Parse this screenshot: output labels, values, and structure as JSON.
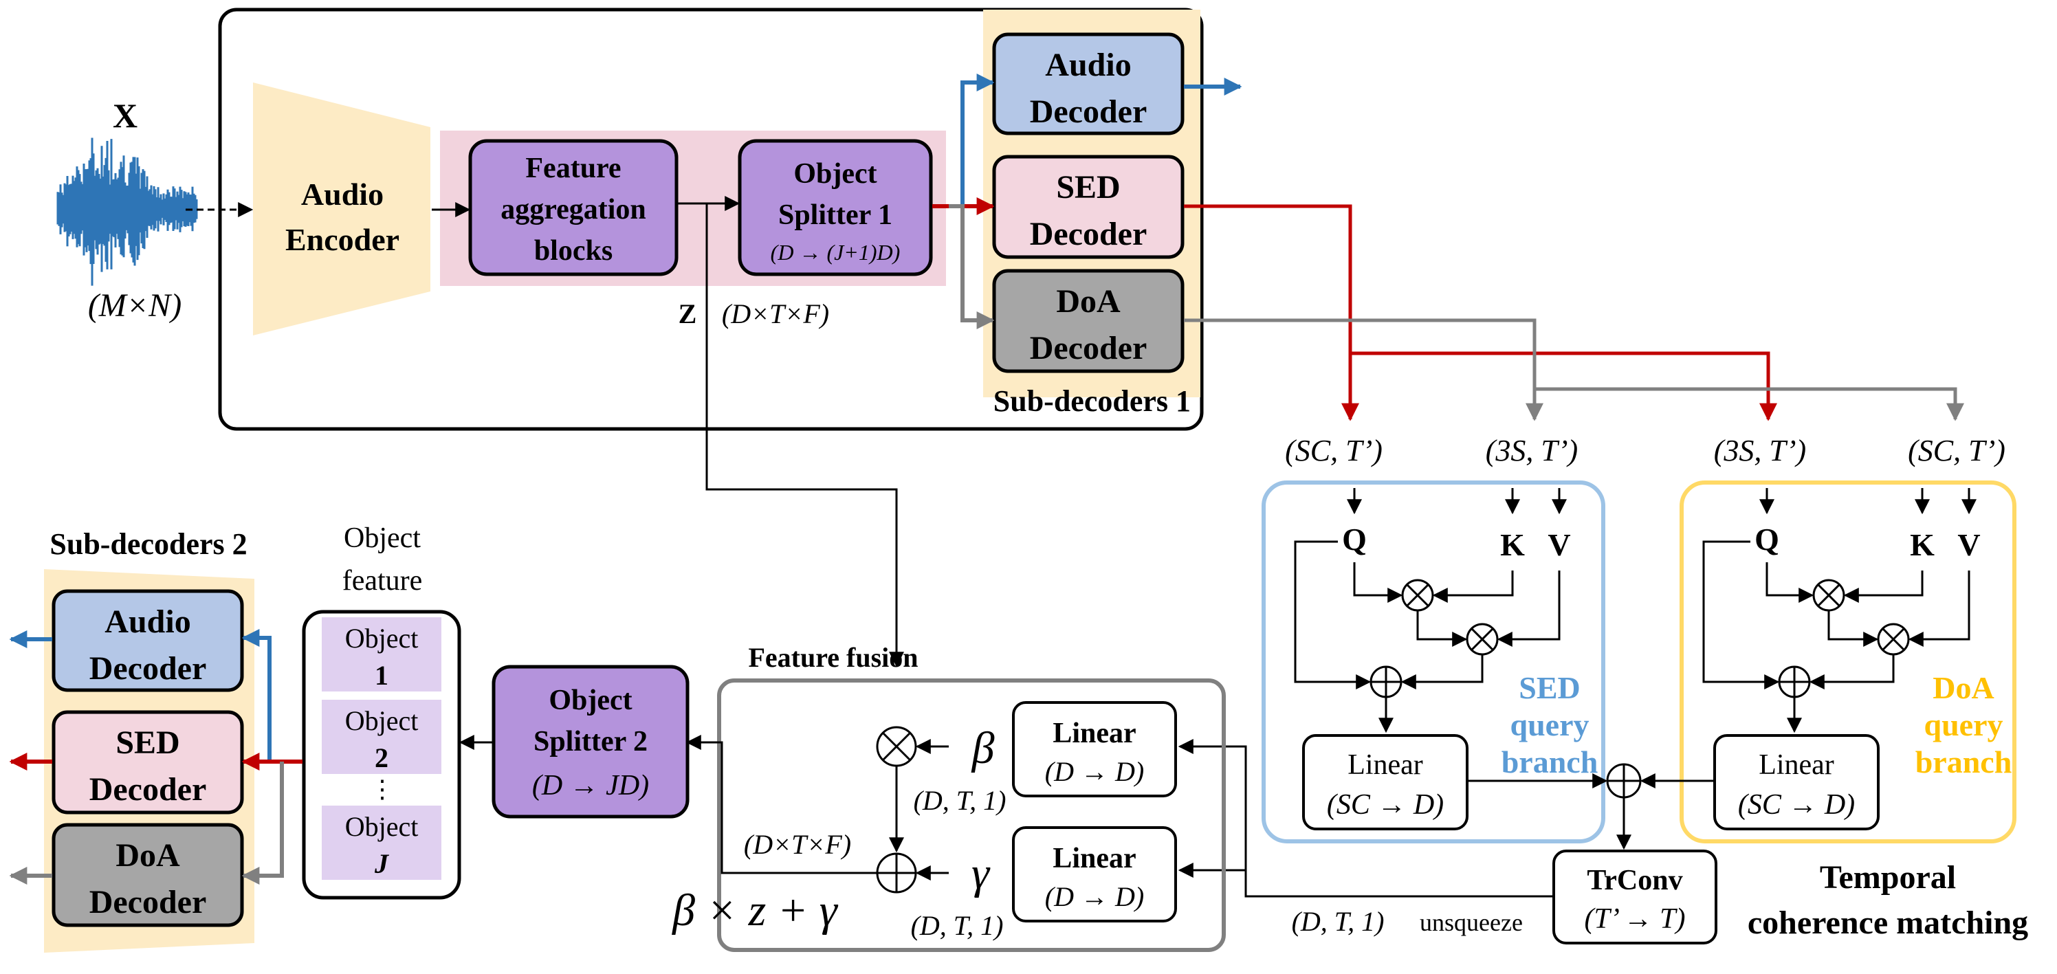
{
  "colors": {
    "audio_fill": "#b4c7e7",
    "sed_fill": "#f3d6df",
    "doa_fill": "#a6a6a6",
    "purple_fill": "#b493dc",
    "pink_band": "#f2d3dd",
    "beige": "#fdebc5",
    "blue_arrow": "#2e75b6",
    "red_arrow": "#c00000",
    "gray_arrow": "#808080",
    "sed_branch_border": "#9dc3e6",
    "doa_branch_border": "#ffd966",
    "sed_branch_text": "#5b9bd5",
    "doa_branch_text": "#ffc000"
  },
  "input": {
    "symbol": "X",
    "shape": "(M×N)"
  },
  "top": {
    "audio_encoder": [
      "Audio",
      "Encoder"
    ],
    "feature_aggregation": [
      "Feature",
      "aggregation",
      "blocks"
    ],
    "object_splitter_1": [
      "Object",
      "Splitter 1",
      "(D → (J+1)D)"
    ],
    "z_label": "Z",
    "z_shape": "(D×T×F)",
    "sub_decoders_1": "Sub-decoders 1",
    "audio_decoder": [
      "Audio",
      "Decoder"
    ],
    "sed_decoder": [
      "SED",
      "Decoder"
    ],
    "doa_decoder": [
      "DoA",
      "Decoder"
    ]
  },
  "bottom_left": {
    "sub_decoders_2": "Sub-decoders 2",
    "audio_decoder": [
      "Audio",
      "Decoder"
    ],
    "sed_decoder": [
      "SED",
      "Decoder"
    ],
    "doa_decoder": [
      "DoA",
      "Decoder"
    ],
    "object_feature_title": [
      "Object",
      "feature"
    ],
    "objects": [
      {
        "word": "Object",
        "index": "1"
      },
      {
        "word": "Object",
        "index": "2"
      },
      {
        "word": "Object",
        "index": "J"
      }
    ],
    "vdots": "⋮",
    "object_splitter_2": [
      "Object",
      "Splitter 2",
      "(D → JD)"
    ]
  },
  "fusion": {
    "title": "Feature fusion",
    "linear_top": [
      "Linear",
      "(D → D)"
    ],
    "linear_bottom": [
      "Linear",
      "(D → D)"
    ],
    "beta": "β",
    "gamma": "γ",
    "shape_beta": "(D, T, 1)",
    "shape_gamma": "(D, T, 1)",
    "shape_z": "(D×T×F)",
    "formula": "β × z + γ"
  },
  "tcm": {
    "label_sc_1": "(SC, T’)",
    "label_3s_1": "(3S, T’)",
    "label_3s_2": "(3S, T’)",
    "label_sc_2": "(SC, T’)",
    "q": "Q",
    "k": "K",
    "v": "V",
    "sed_branch": [
      "SED",
      "query",
      "branch"
    ],
    "doa_branch": [
      "DoA",
      "query",
      "branch"
    ],
    "linear": [
      "Linear",
      "(SC → D)"
    ],
    "trconv": [
      "TrConv",
      "(T’ → T)"
    ],
    "unsqueeze_shape": "(D, T, 1)",
    "unsqueeze": "unsqueeze",
    "title": [
      "Temporal",
      "coherence matching"
    ]
  }
}
